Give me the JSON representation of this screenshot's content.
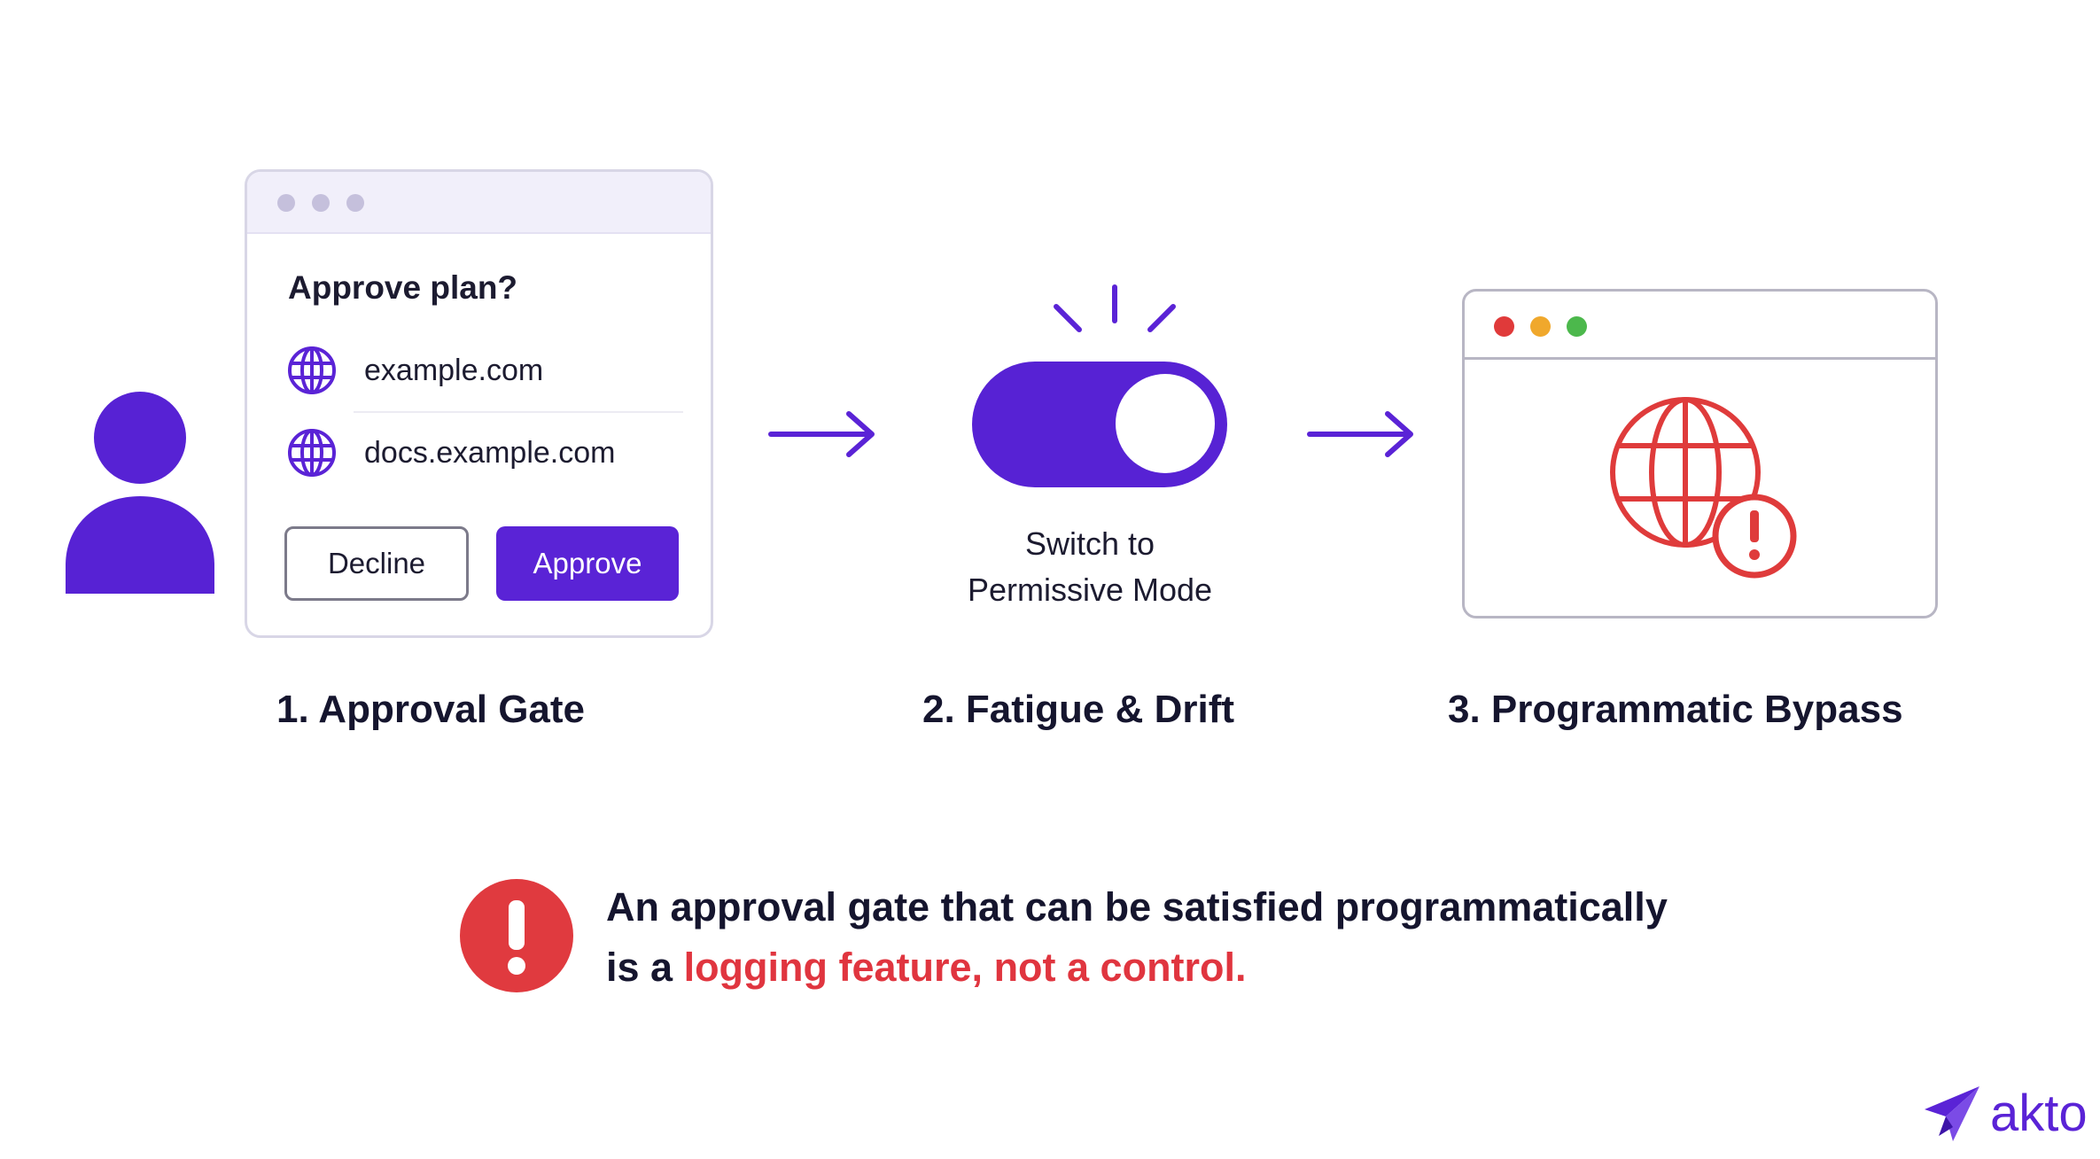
{
  "dialog": {
    "title": "Approve plan?",
    "domains": [
      "example.com",
      "docs.example.com"
    ],
    "decline_label": "Decline",
    "approve_label": "Approve"
  },
  "toggle": {
    "label_line1": "Switch to",
    "label_line2": "Permissive Mode",
    "state": "on"
  },
  "steps": [
    "1. Approval Gate",
    "2. Fatigue & Drift",
    "3. Programmatic Bypass"
  ],
  "message": {
    "line1": "An approval gate that can be satisfied programmatically",
    "line2_prefix": "is a ",
    "line2_highlight": "logging feature, not a control."
  },
  "logo": {
    "text": "akto"
  },
  "colors": {
    "accent_purple": "#5a23d6",
    "alert_red": "#e0353f",
    "text_dark": "#15152e"
  },
  "icons": [
    "person-icon",
    "globe-icon",
    "arrow-right-icon",
    "toggle-switch-icon",
    "alert-globe-icon",
    "exclamation-icon",
    "paper-plane-icon"
  ]
}
